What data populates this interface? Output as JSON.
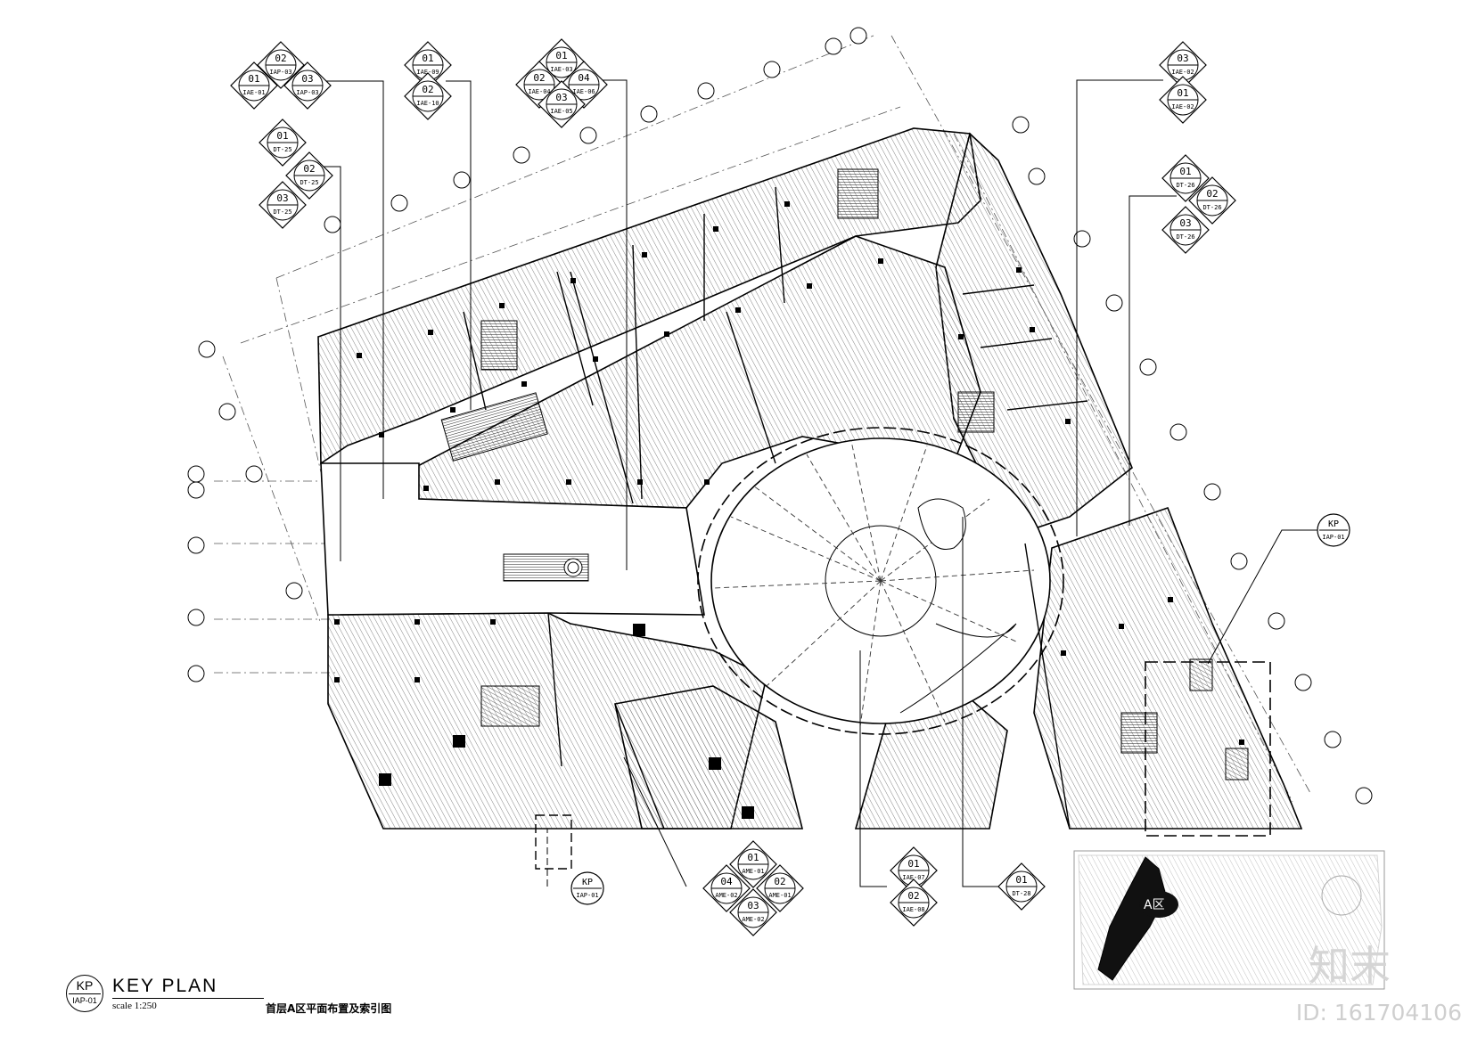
{
  "drawing": {
    "key_plan_label": "KEY PLAN",
    "scale_text": "scale 1:250",
    "caption": "首层A区平面布置及索引图",
    "kp_symbol": {
      "top": "KP",
      "bottom": "IAP-01"
    }
  },
  "zone_label": "A区",
  "watermark": {
    "logo": "知末",
    "id": "ID: 161704106"
  },
  "callouts": [
    {
      "name": "callout-iae01-03",
      "items": [
        [
          "02",
          "IAP-03"
        ],
        [
          "01",
          "IAE-01"
        ],
        [
          "03",
          "IAP-03"
        ]
      ]
    },
    {
      "name": "callout-iae09-10",
      "items": [
        [
          "01",
          "IAE-09"
        ],
        [
          "02",
          "IAE-10"
        ]
      ]
    },
    {
      "name": "callout-iae03-05",
      "items": [
        [
          "01",
          "IAE-03"
        ],
        [
          "02",
          "IAE-04"
        ],
        [
          "04",
          "IAE-06"
        ],
        [
          "03",
          "IAE-05"
        ]
      ]
    },
    {
      "name": "callout-dt25",
      "items": [
        [
          "01",
          "DT-25"
        ],
        [
          "02",
          "DT-25"
        ],
        [
          "03",
          "DT-25"
        ]
      ]
    },
    {
      "name": "callout-iae02",
      "items": [
        [
          "03",
          "IAE-02"
        ],
        [
          "01",
          "IAE-02"
        ]
      ]
    },
    {
      "name": "callout-dt26",
      "items": [
        [
          "01",
          "DT-26"
        ],
        [
          "02",
          "DT-26"
        ],
        [
          "03",
          "DT-26"
        ]
      ]
    },
    {
      "name": "callout-ame01-02",
      "items": [
        [
          "01",
          "AME-01"
        ],
        [
          "04",
          "AME-02"
        ],
        [
          "02",
          "AME-01"
        ],
        [
          "03",
          "AME-02"
        ]
      ]
    },
    {
      "name": "callout-iae07-08",
      "items": [
        [
          "01",
          "IAE-07"
        ],
        [
          "02",
          "IAE-08"
        ]
      ]
    },
    {
      "name": "callout-dt28",
      "items": [
        [
          "01",
          "DT-28"
        ]
      ]
    }
  ],
  "kp_markers": [
    {
      "top": "KP",
      "bottom": "IAP-01"
    },
    {
      "top": "KP",
      "bottom": "IAP-01"
    }
  ],
  "colors": {
    "line": "#000000",
    "hatch": "#6a6a6a",
    "paper": "#ffffff",
    "watermark": "#cfcfcf"
  }
}
